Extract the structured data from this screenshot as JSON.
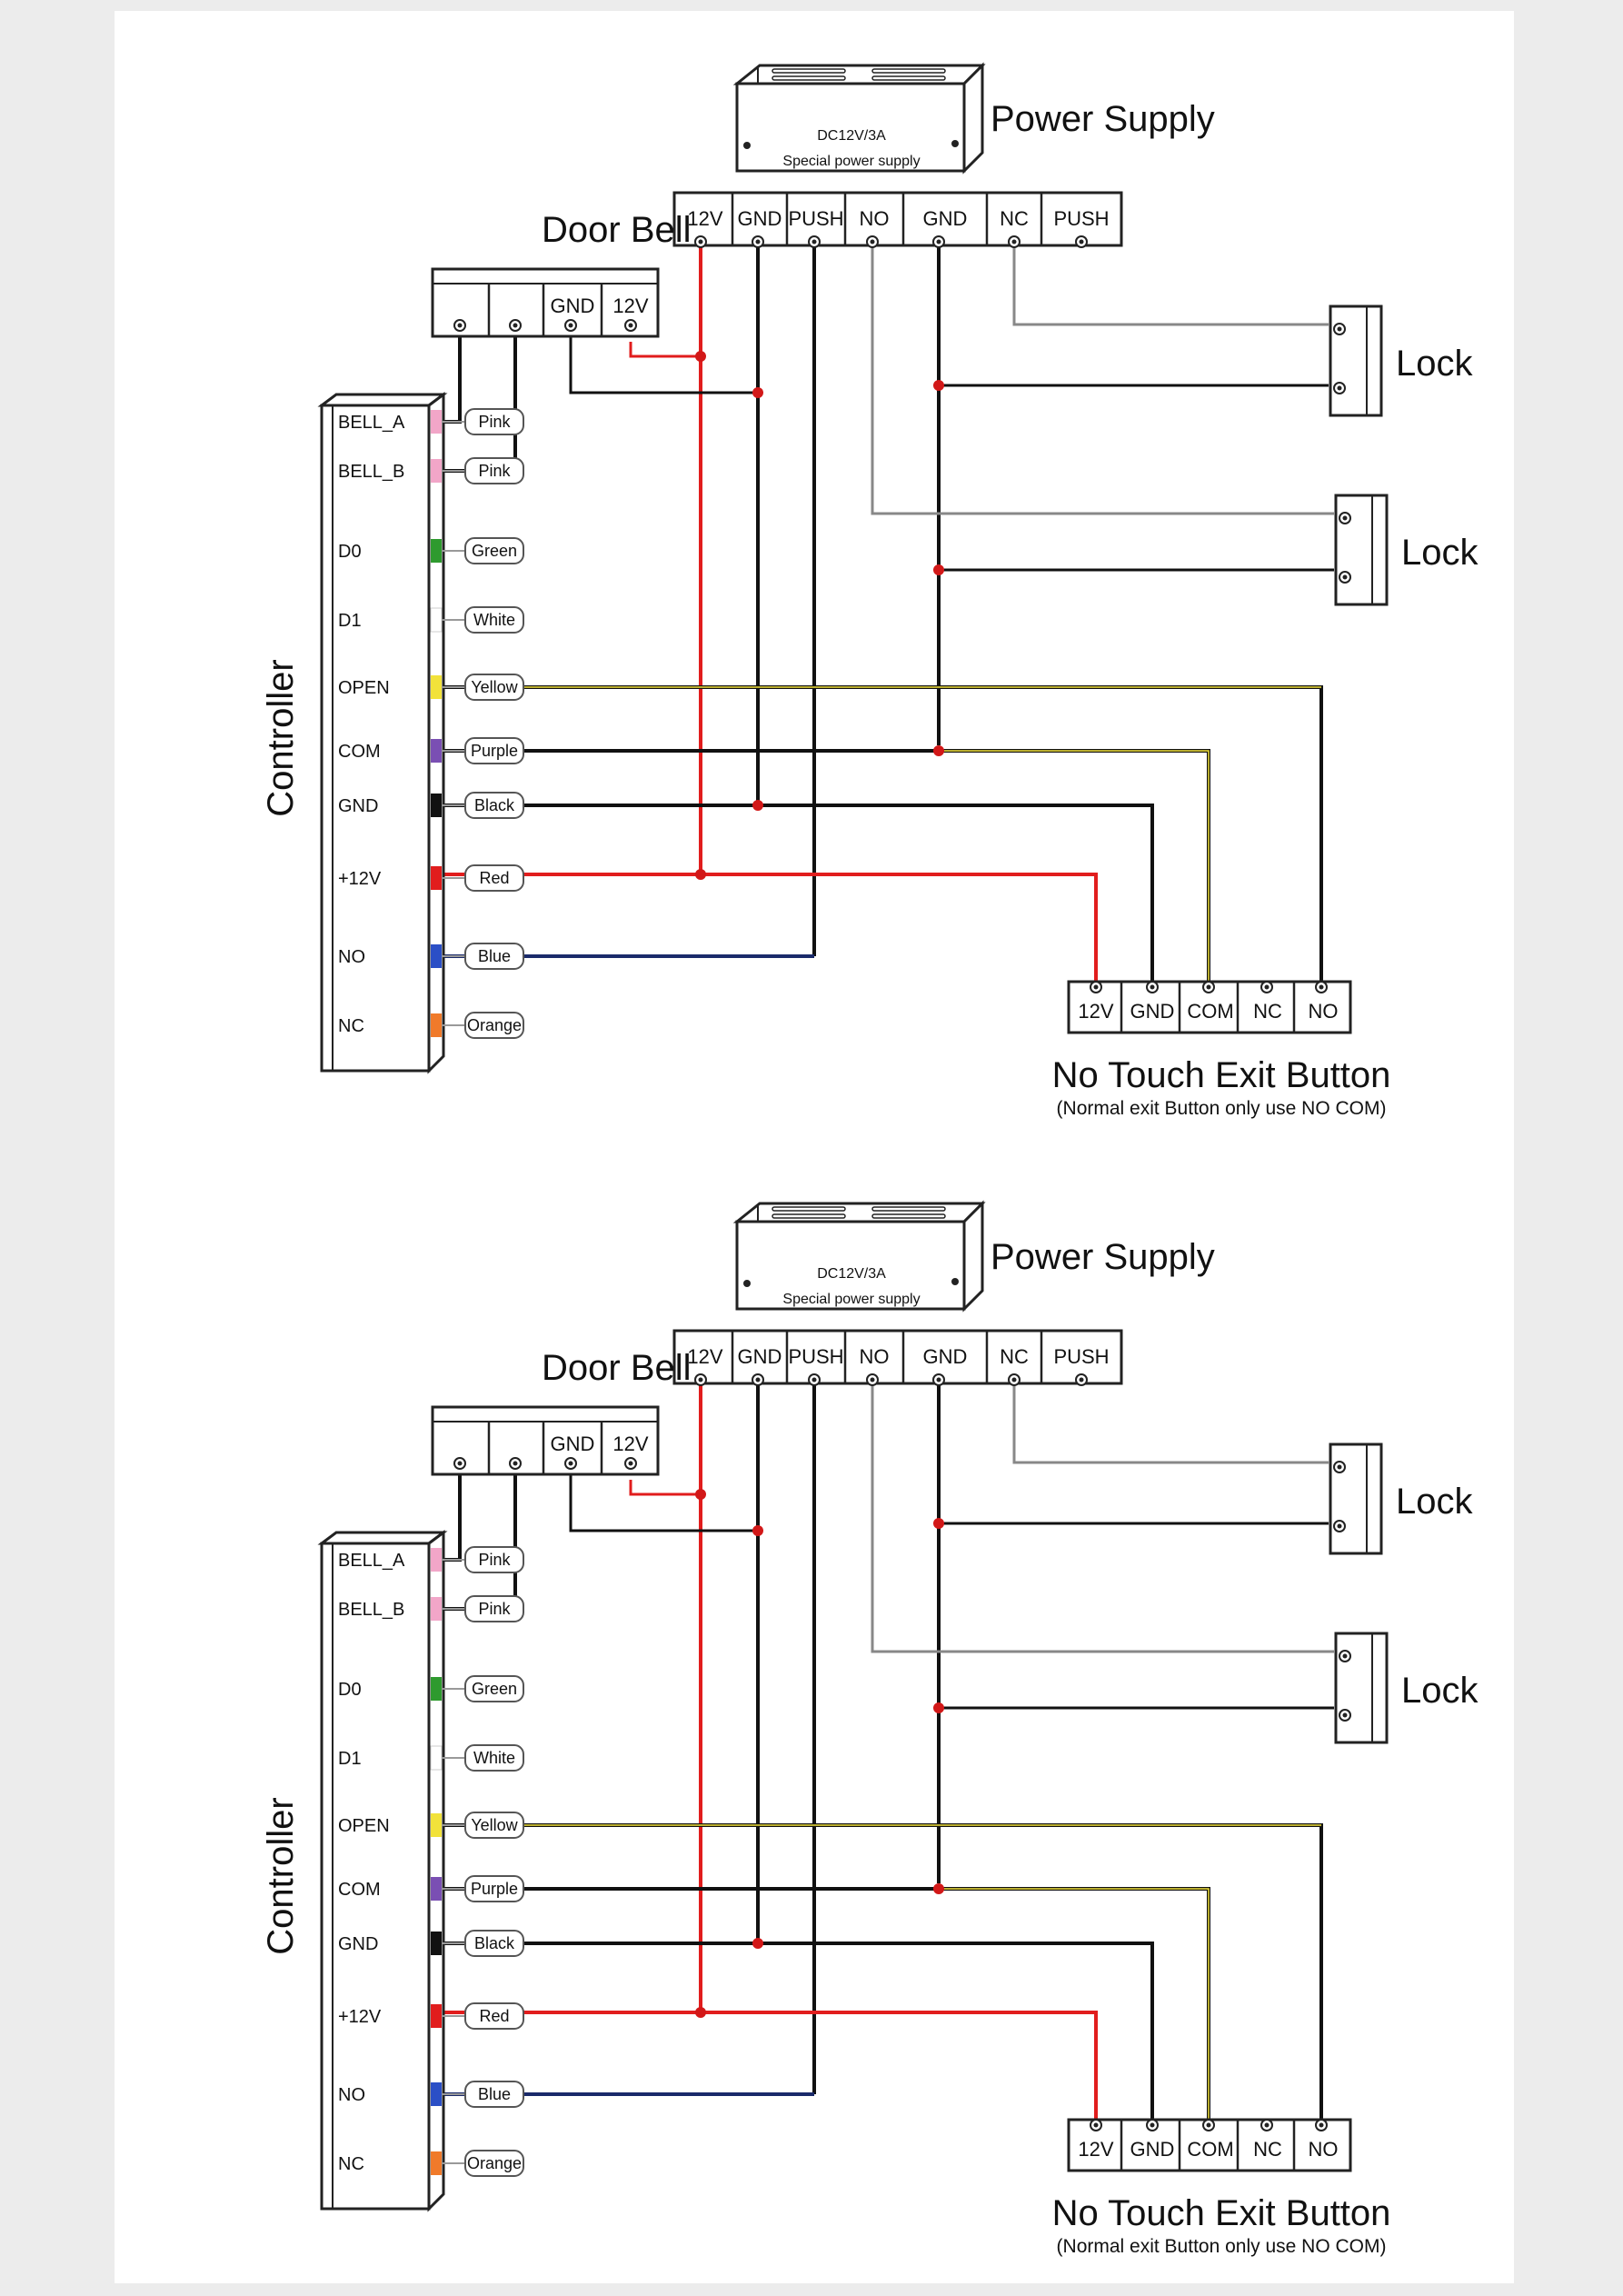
{
  "colors": {
    "pink": "#f2a6c8",
    "green": "#2e9a2e",
    "white": "#ffffff",
    "yellow": "#f2e23a",
    "purple": "#7a4fb3",
    "black": "#111111",
    "red": "#e11d1d",
    "blue": "#2b4fc6",
    "orange": "#f07a2a",
    "wire_gray": "#888888",
    "node_red": "#d21818"
  },
  "icons": [
    "power-supply-box-icon",
    "lock-icon",
    "screw-terminal-icon",
    "controller-icon"
  ],
  "diagrams": [
    {
      "power_supply": {
        "title": "Power Supply",
        "rating": "DC12V/3A",
        "subtitle": "Special power supply",
        "terminals": [
          "12V",
          "GND",
          "PUSH",
          "NO",
          "GND",
          "NC",
          "PUSH"
        ]
      },
      "door_bell": {
        "title": "Door Bell",
        "terminals": [
          "",
          "",
          "GND",
          "12V"
        ]
      },
      "locks": [
        {
          "label": "Lock"
        },
        {
          "label": "Lock"
        }
      ],
      "controller": {
        "title": "Controller",
        "pins": [
          {
            "name": "BELL_A",
            "wire": "Pink"
          },
          {
            "name": "BELL_B",
            "wire": "Pink"
          },
          {
            "name": "D0",
            "wire": "Green"
          },
          {
            "name": "D1",
            "wire": "White"
          },
          {
            "name": "OPEN",
            "wire": "Yellow"
          },
          {
            "name": "COM",
            "wire": "Purple"
          },
          {
            "name": "GND",
            "wire": "Black"
          },
          {
            "name": "+12V",
            "wire": "Red"
          },
          {
            "name": "NO",
            "wire": "Blue"
          },
          {
            "name": "NC",
            "wire": "Orange"
          }
        ]
      },
      "exit_button": {
        "title": "No Touch Exit Button",
        "note": "(Normal exit Button only use NO COM)",
        "terminals": [
          "12V",
          "GND",
          "COM",
          "NC",
          "NO"
        ]
      }
    },
    {
      "power_supply": {
        "title": "Power Supply",
        "rating": "DC12V/3A",
        "subtitle": "Special power supply",
        "terminals": [
          "12V",
          "GND",
          "PUSH",
          "NO",
          "GND",
          "NC",
          "PUSH"
        ]
      },
      "door_bell": {
        "title": "Door Bell",
        "terminals": [
          "",
          "",
          "GND",
          "12V"
        ]
      },
      "locks": [
        {
          "label": "Lock"
        },
        {
          "label": "Lock"
        }
      ],
      "controller": {
        "title": "Controller",
        "pins": [
          {
            "name": "BELL_A",
            "wire": "Pink"
          },
          {
            "name": "BELL_B",
            "wire": "Pink"
          },
          {
            "name": "D0",
            "wire": "Green"
          },
          {
            "name": "D1",
            "wire": "White"
          },
          {
            "name": "OPEN",
            "wire": "Yellow"
          },
          {
            "name": "COM",
            "wire": "Purple"
          },
          {
            "name": "GND",
            "wire": "Black"
          },
          {
            "name": "+12V",
            "wire": "Red"
          },
          {
            "name": "NO",
            "wire": "Blue"
          },
          {
            "name": "NC",
            "wire": "Orange"
          }
        ]
      },
      "exit_button": {
        "title": "No Touch Exit Button",
        "note": "(Normal exit Button only use NO COM)",
        "terminals": [
          "12V",
          "GND",
          "COM",
          "NC",
          "NO"
        ]
      }
    }
  ]
}
